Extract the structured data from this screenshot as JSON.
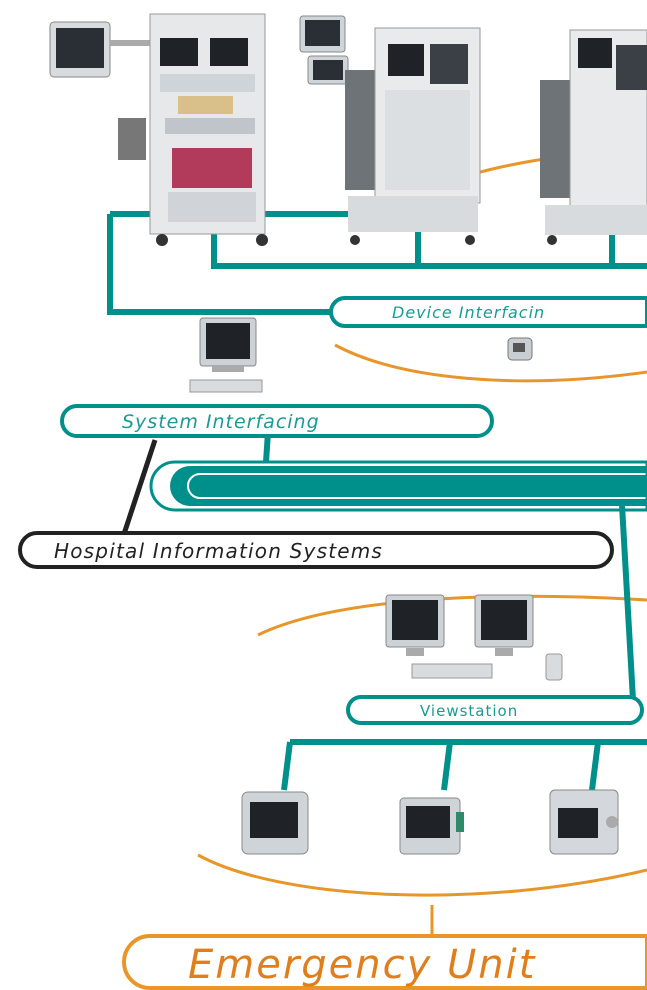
{
  "labels": {
    "device_interfacing": "Device Interfacin",
    "system_interfacing": "System Interfacing",
    "hospital_information_systems": "Hospital Information Systems",
    "viewstation": "Viewstation",
    "emergency_unit": "Emergency Unit"
  },
  "colors": {
    "network_teal": "#00908c",
    "pill_text_teal": "#1a9a96",
    "black_link": "#222222",
    "orange_arc": "#e8962a",
    "emergency_text": "#e07e1c"
  }
}
